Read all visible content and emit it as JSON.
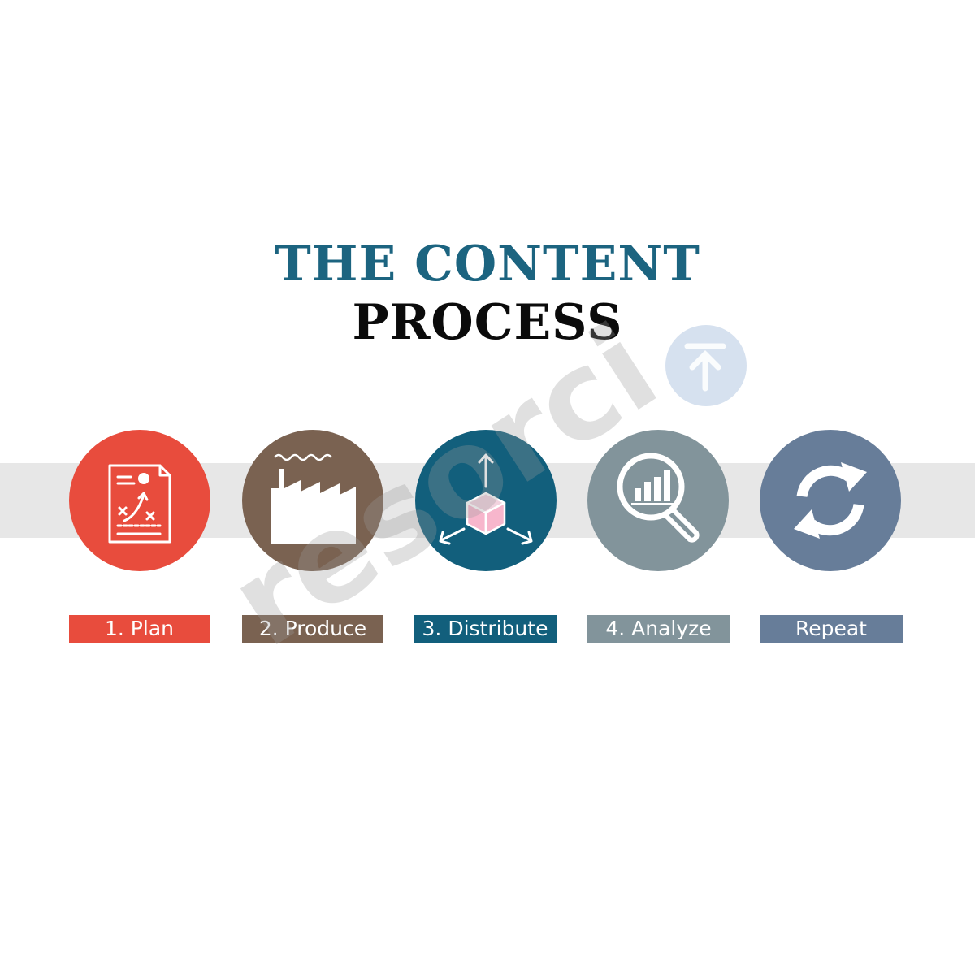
{
  "title": {
    "line1": "THE CONTENT",
    "line2": "PROCESS"
  },
  "steps": [
    {
      "label": "1. Plan",
      "color": "#e84c3d",
      "icon": "strategy-plan-icon"
    },
    {
      "label": "2. Produce",
      "color": "#7a6251",
      "icon": "factory-icon"
    },
    {
      "label": "3. Distribute",
      "color": "#125f7c",
      "icon": "box-distribute-icon"
    },
    {
      "label": "4. Analyze",
      "color": "#82949b",
      "icon": "magnifier-chart-icon"
    },
    {
      "label": "Repeat",
      "color": "#677d99",
      "icon": "refresh-cycle-icon"
    }
  ],
  "colors": {
    "title_accent": "#1c6480",
    "title_dark": "#0b0b0b",
    "band": "#e7e7e7"
  },
  "watermark": {
    "text": "resorci"
  }
}
